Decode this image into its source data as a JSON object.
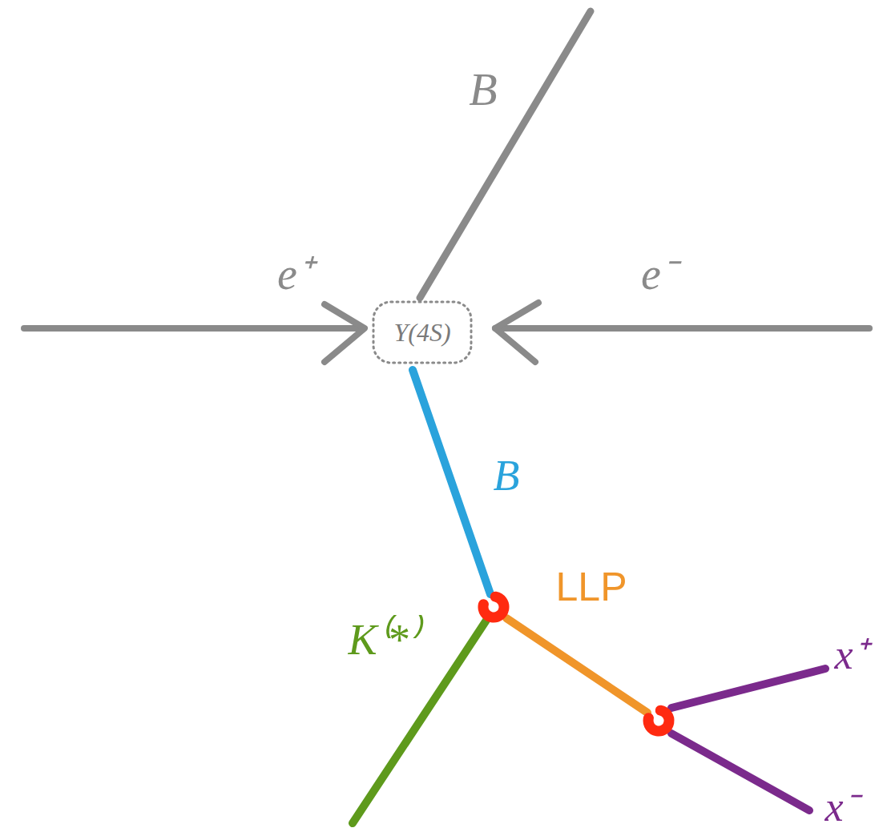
{
  "diagram": {
    "nodes": [
      {
        "text": [
          "Υ(4S)"
        ]
      }
    ],
    "labels": [
      "B",
      "e⁺",
      "e⁻",
      "B",
      "K⁽*⁾",
      "LLP",
      "x⁺",
      "x⁻"
    ]
  }
}
